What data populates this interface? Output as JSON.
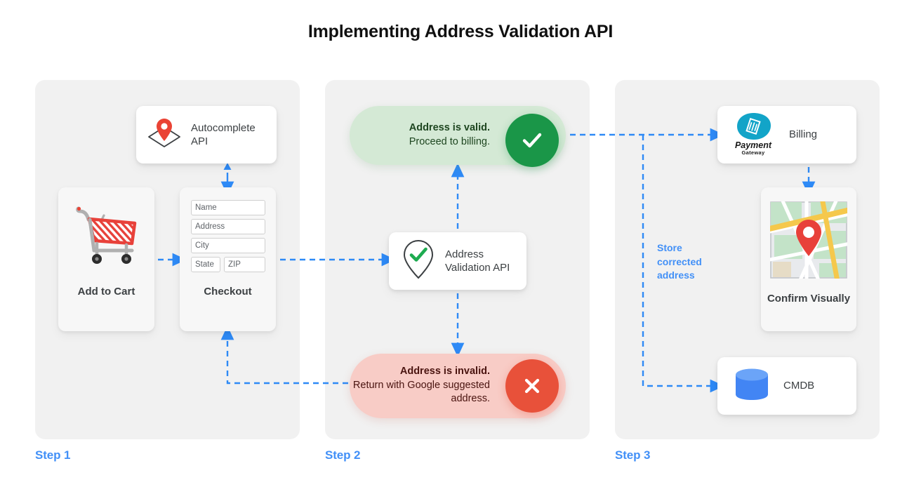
{
  "title": "Implementing Address Validation API",
  "theme": {
    "accent_blue": "#4290F7",
    "panel_bg": "#F1F1F1",
    "card_bg": "#FFFFFF",
    "valid_pill_bg": "#D4E9D5",
    "valid_badge": "#1A9648",
    "invalid_pill_bg": "#F8CCC6",
    "invalid_badge": "#E8513A",
    "text_dark": "#3C4043",
    "cart_red": "#E8413A",
    "pin_red": "#EA4335",
    "db_blue": "#4285F4",
    "payment_teal": "#12A4C8"
  },
  "steps": [
    {
      "label": "Step 1"
    },
    {
      "label": "Step 2"
    },
    {
      "label": "Step 3"
    }
  ],
  "step1": {
    "autocomplete_card": {
      "icon": "map-pin-diamond-icon",
      "label": "Autocomplete API"
    },
    "add_to_cart_card": {
      "icon": "shopping-cart-icon",
      "label": "Add to Cart"
    },
    "checkout_card": {
      "label": "Checkout",
      "fields": [
        {
          "name": "name-field",
          "placeholder": "Name"
        },
        {
          "name": "address-field",
          "placeholder": "Address"
        },
        {
          "name": "city-field",
          "placeholder": "City"
        },
        {
          "name": "state-field",
          "placeholder": "State"
        },
        {
          "name": "zip-field",
          "placeholder": "ZIP"
        }
      ]
    }
  },
  "step2": {
    "validation_card": {
      "icon": "pin-check-icon",
      "label": "Address Validation API"
    },
    "valid_result": {
      "badge_icon": "check-icon",
      "line1": "Address is valid.",
      "line2": "Proceed to billing."
    },
    "invalid_result": {
      "badge_icon": "close-icon",
      "line1": "Address is invalid.",
      "line2": "Return with Google suggested address."
    }
  },
  "step3": {
    "billing_card": {
      "icon": "payment-gateway-logo",
      "logo_line1": "Payment",
      "logo_line2": "Gateway",
      "label": "Billing"
    },
    "confirm_card": {
      "icon": "map-thumbnail-icon",
      "label": "Confirm Visually"
    },
    "cmdb_card": {
      "icon": "database-icon",
      "label": "CMDB"
    },
    "annotation": "Store corrected address"
  }
}
